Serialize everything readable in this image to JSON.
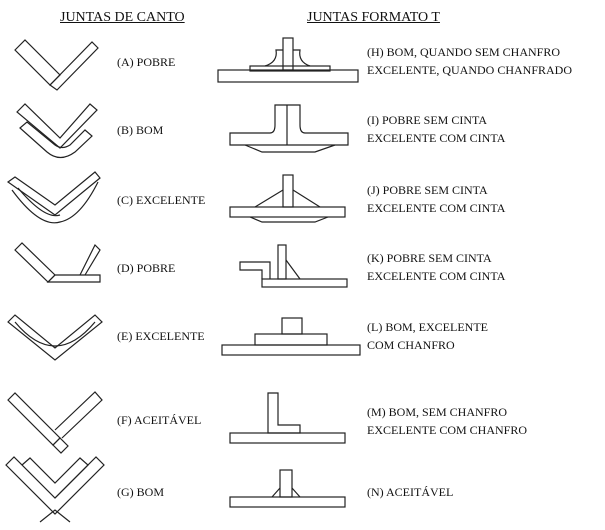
{
  "headings": {
    "corner": "JUNTAS DE CANTO",
    "tee": "JUNTAS FORMATO T"
  },
  "corner_joints": [
    {
      "label": "(A) POBRE"
    },
    {
      "label": "(B) BOM"
    },
    {
      "label": "(C) EXCELENTE"
    },
    {
      "label": "(D) POBRE"
    },
    {
      "label": "(E) EXCELENTE"
    },
    {
      "label": "(F) ACEITÁVEL"
    },
    {
      "label": "(G) BOM"
    }
  ],
  "tee_joints": [
    {
      "line1": "(H)  BOM, QUANDO SEM CHANFRO",
      "line2": "EXCELENTE, QUANDO CHANFRADO"
    },
    {
      "line1": "(I)  POBRE SEM CINTA",
      "line2": "EXCELENTE COM CINTA"
    },
    {
      "line1": "(J)  POBRE SEM CINTA",
      "line2": "EXCELENTE COM CINTA"
    },
    {
      "line1": "(K)  POBRE SEM CINTA",
      "line2": "EXCELENTE COM CINTA"
    },
    {
      "line1": "(L)  BOM, EXCELENTE",
      "line2": "COM CHANFRO"
    },
    {
      "line1": "(M)  BOM, SEM CHANFRO",
      "line2": "EXCELENTE COM CHANFRO"
    },
    {
      "line1": "(N)  ACEITÁVEL",
      "line2": ""
    }
  ]
}
